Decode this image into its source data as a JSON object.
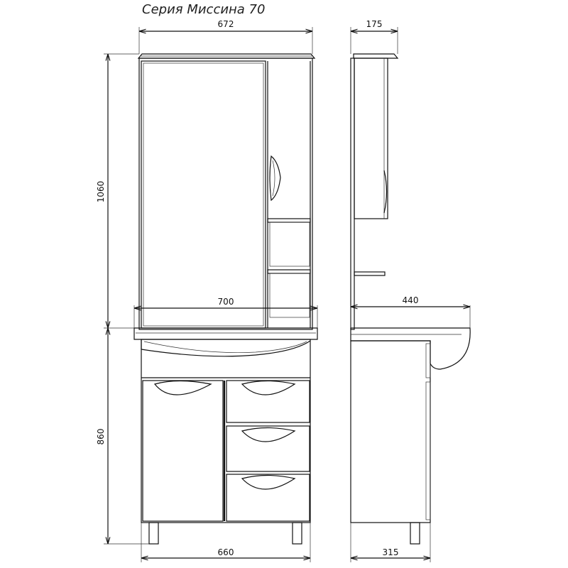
{
  "title": "Серия Миссина 70",
  "dimensions": {
    "mirror_width": "672",
    "mirror_depth": "175",
    "mirror_height": "1060",
    "sink_width": "700",
    "sink_depth": "440",
    "cabinet_height": "860",
    "cabinet_width": "660",
    "cabinet_depth": "315"
  }
}
